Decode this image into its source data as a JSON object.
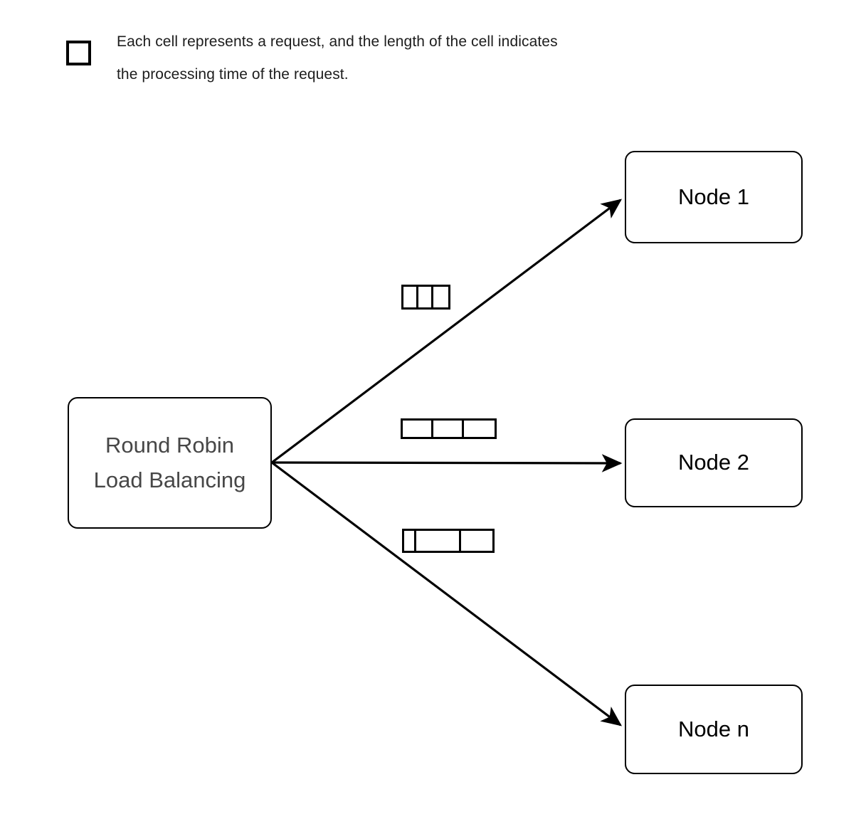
{
  "legend": {
    "swatch_icon": "request-cell-square-icon",
    "caption": "Each cell represents a request, and the length of the cell indicates\nthe processing time of the request.",
    "caption_line_1": "Each cell represents a request, and the length of the cell indicates",
    "caption_line_2": "the processing time of the request."
  },
  "colors": {
    "stroke": "#000000",
    "background": "#ffffff",
    "source_text": "#474747",
    "node_text": "#000000",
    "caption_text": "#1d1d1d"
  },
  "source": {
    "label": "Round Robin\nLoad Balancing",
    "line_1": "Round Robin",
    "line_2": "Load Balancing"
  },
  "nodes": [
    {
      "id": "node-1",
      "label": "Node 1"
    },
    {
      "id": "node-2",
      "label": "Node 2"
    },
    {
      "id": "node-n",
      "label": "Node n"
    }
  ],
  "queues": [
    {
      "id": "cells-node-1",
      "target": "Node 1",
      "cell_count": 3,
      "cell_widths": [
        21,
        21,
        21
      ]
    },
    {
      "id": "cells-node-2",
      "target": "Node 2",
      "cell_count": 3,
      "cell_widths": [
        43,
        43,
        43
      ]
    },
    {
      "id": "cells-node-n",
      "target": "Node n",
      "cell_count": 3,
      "cell_widths": [
        17,
        63,
        44
      ]
    }
  ],
  "edges": [
    {
      "id": "edge-to-node-1",
      "from": "Round Robin Load Balancing",
      "to": "Node 1"
    },
    {
      "id": "edge-to-node-2",
      "from": "Round Robin Load Balancing",
      "to": "Node 2"
    },
    {
      "id": "edge-to-node-n",
      "from": "Round Robin Load Balancing",
      "to": "Node n"
    }
  ]
}
